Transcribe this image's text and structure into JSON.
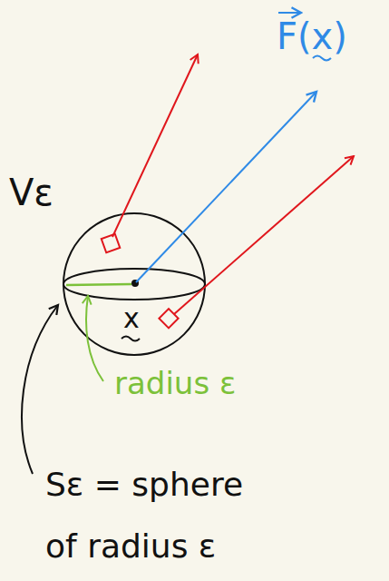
{
  "diagram": {
    "labels": [
      "F(x)",
      "Vε",
      "x",
      "radius ε",
      "Sε = sphere of radius ε"
    ]
  }
}
